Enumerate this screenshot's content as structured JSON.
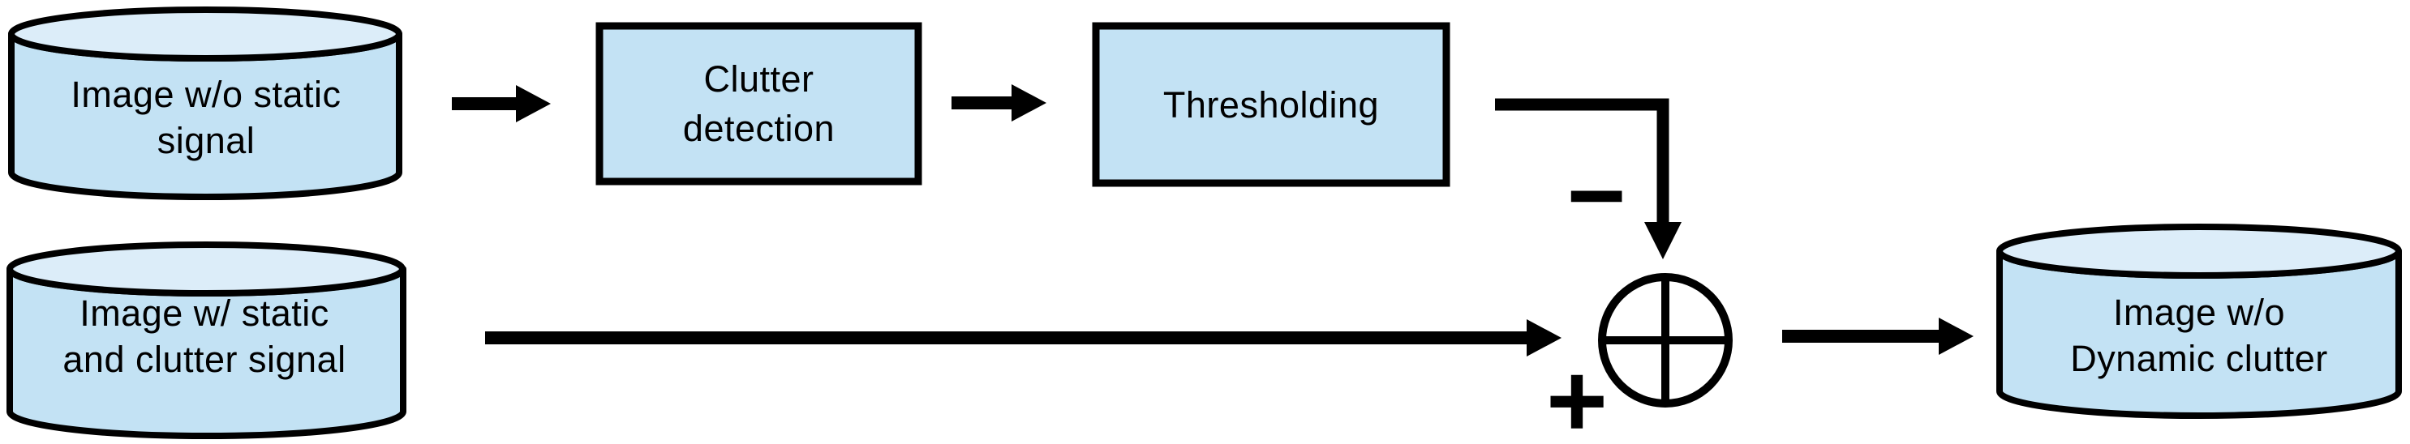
{
  "colors": {
    "background": "#ffffff",
    "outline": "#000000",
    "shape_fill": "#c3e2f4",
    "cylinder_top_fill": "#dcedf9",
    "text": "#000000"
  },
  "nodes": {
    "input_no_static": {
      "type": "cylinder",
      "label": "Image w/o static\nsignal"
    },
    "clutter_detection": {
      "type": "process",
      "label": "Clutter\ndetection"
    },
    "thresholding": {
      "type": "process",
      "label": "Thresholding"
    },
    "input_static_clutter": {
      "type": "cylinder",
      "label": "Image w/ static\nand clutter signal"
    },
    "output": {
      "type": "cylinder",
      "label": "Image w/o\nDynamic clutter"
    }
  },
  "operators": {
    "minus": "−",
    "plus": "+"
  },
  "edges": [
    "input_no_static -> clutter_detection",
    "clutter_detection -> thresholding",
    "thresholding -> summation (minus)",
    "input_static_clutter -> summation (plus)",
    "summation -> output"
  ]
}
